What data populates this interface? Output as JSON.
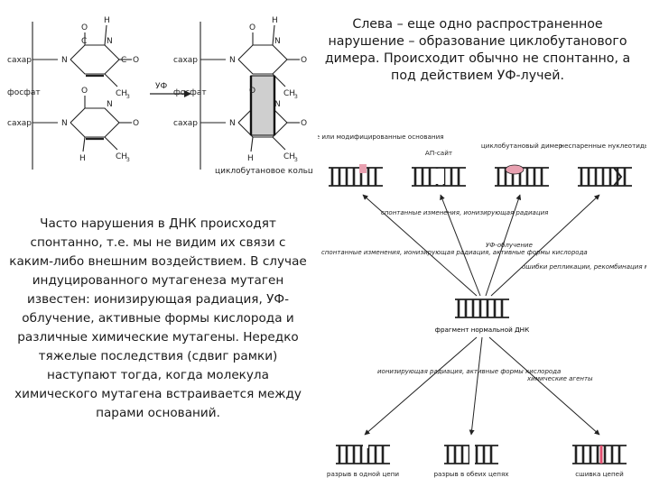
{
  "slide": {
    "right_text": "Слева – еще одно распространенное нарушение – образование циклобутанового димера. Происходит обычно не спонтанно, а под действием УФ-лучей.",
    "left_text": "Часто нарушения в ДНК происходят спонтанно, т.е. мы не видим их связи с каким-либо внешним воздействием. В случае индуцированного мутагенеза мутаген известен: ионизирующая радиация, УФ-облучение, активные формы кислорода и различные химические мутагены. Нередко тяжелые последствия (сдвиг рамки) наступают тогда, когда молекула химического мутагена встраивается между парами оснований."
  },
  "chemistry": {
    "sugar": "сахар",
    "phosphate": "фосфат",
    "uv": "УФ",
    "ring_label": "циклобутановое кольцо",
    "atom_O": "O",
    "atom_N": "N",
    "atom_C": "C",
    "atom_H": "H",
    "methyl": "CH",
    "methyl_sub": "3"
  },
  "diagram": {
    "top_labels": [
      "поврежденные или модифицированные основания",
      "АП-сайт",
      "циклобутановый димер",
      "неспаренные нуклеотиды"
    ],
    "arrow_labels": {
      "spontaneous_ionizing": "спонтанные изменения, ионизирующая радиация",
      "spontaneous_ros": "спонтанные изменения, ионизирующая радиация, активные формы кислорода",
      "uv": "УФ-облучение",
      "replication": "ошибки репликации, рекомбинация между аллелями",
      "ionizing_ros": "ионизирующая радиация, активные формы кислорода",
      "chemical": "химические агенты"
    },
    "center_label": "фрагмент нормальной ДНК",
    "bottom_labels": [
      "разрыв в одной цепи",
      "разрыв в обеих цепях",
      "сшивка цепей"
    ]
  }
}
